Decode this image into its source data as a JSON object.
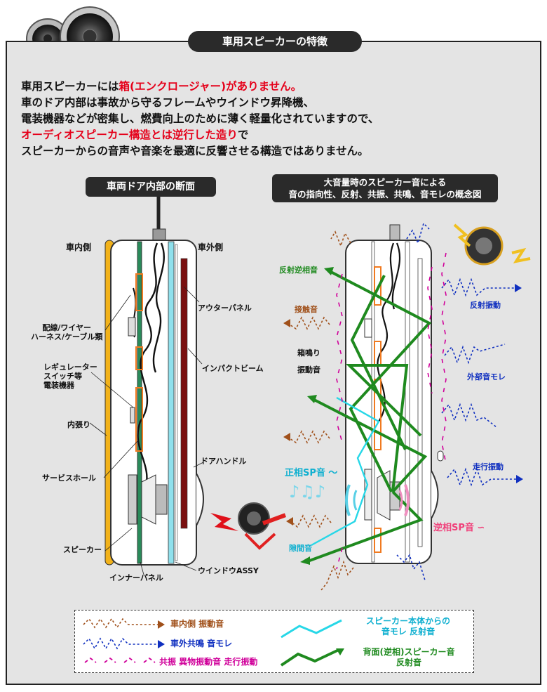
{
  "header": {
    "title": "車用スピーカーの特徴"
  },
  "intro": {
    "line1_pre": "車用スピーカーには",
    "line1_red": "箱(エンクロージャー)がありません。",
    "line2": "車のドア内部は事故から守るフレームやウインドウ昇降機、",
    "line3": "電装機器などが密集し、燃費向上のために薄く軽量化されていますので、",
    "line4_red": "オーディオスピーカー構造とは逆行した造り",
    "line4_post": "で",
    "line5": "スピーカーからの音声や音楽を最適に反響させる構造ではありません。"
  },
  "left_diagram": {
    "heading": "車両ドア内部の断面",
    "inside": "車内側",
    "outside": "車外側",
    "labels": {
      "outer_panel": "アウターパネル",
      "wiring": "配線/ワイヤー\nハーネス/ケーブル類",
      "impact_beam": "インパクトビーム",
      "regulator": "レギュレーター\nスイッチ等\n電装機器",
      "trim": "内張り",
      "service_hole": "サービスホール",
      "door_handle": "ドアハンドル",
      "speaker": "スピーカー",
      "window": "ウインドウASSY",
      "inner_panel": "インナーパネル"
    }
  },
  "right_diagram": {
    "heading_line1": "大音量時のスピーカー音による",
    "heading_line2": "音の指向性、反射、共振、共鳴、音モレの概念図",
    "labels": {
      "reflect_reverse": "反射逆相音",
      "contact": "接触音",
      "box_rattle_1": "箱鳴り",
      "box_rattle_2": "振動音",
      "reflect_vibration": "反射振動",
      "external_leak": "外部音モレ",
      "driving_vibration": "走行振動",
      "normal_phase": "正相SP音 ～",
      "reverse_phase": "逆相SP音 ∽",
      "gap_sound": "隙間音"
    }
  },
  "legend": {
    "item1": "車内側 振動音",
    "item2": "車外共鳴 音モレ",
    "item3": "共振 異物振動音 走行振動",
    "item4_line1": "スピーカー本体からの",
    "item4_line2": "音モレ 反射音",
    "item5_line1": "背面(逆相)スピーカー音",
    "item5_line2": "反射音"
  },
  "colors": {
    "green": "#1f8a1f",
    "brown": "#a0501a",
    "blue": "#1030c0",
    "magenta": "#d0009a",
    "cyan": "#10b0d0",
    "pink": "#f0407a",
    "red": "#e5001a",
    "orange": "#f07a20"
  }
}
